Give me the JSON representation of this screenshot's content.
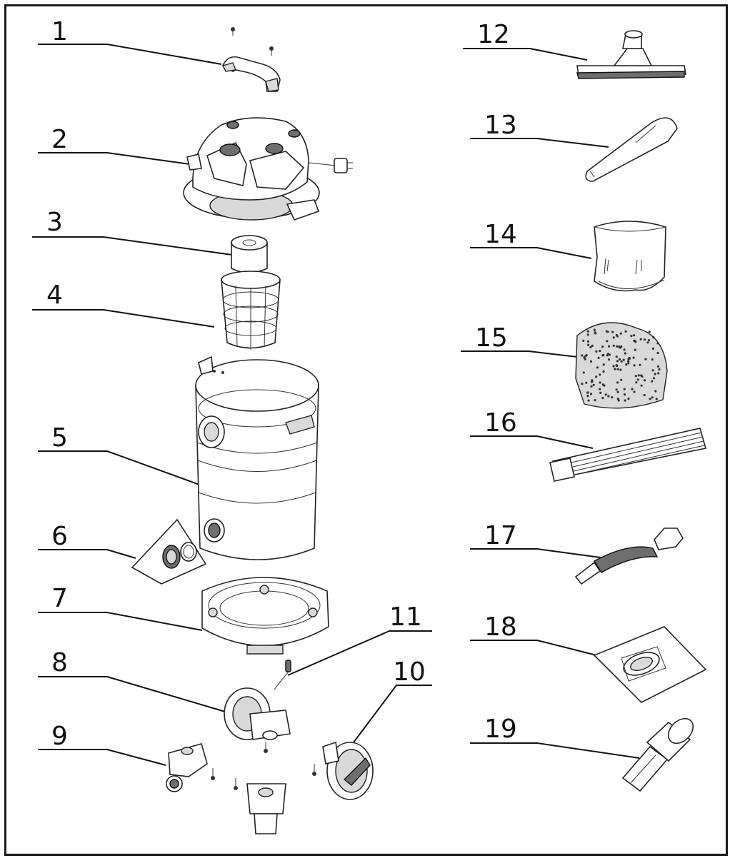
{
  "parts": [
    {
      "id": "part-1",
      "number": "1",
      "icon": "handle-icon"
    },
    {
      "id": "part-2",
      "number": "2",
      "icon": "motor-head-icon"
    },
    {
      "id": "part-3",
      "number": "3",
      "icon": "foam-sleeve-icon"
    },
    {
      "id": "part-4",
      "number": "4",
      "icon": "filter-cage-icon"
    },
    {
      "id": "part-5",
      "number": "5",
      "icon": "tank-icon"
    },
    {
      "id": "part-6",
      "number": "6",
      "icon": "inlet-fitting-icon"
    },
    {
      "id": "part-7",
      "number": "7",
      "icon": "base-ring-icon"
    },
    {
      "id": "part-8",
      "number": "8",
      "icon": "rear-wheel-icon"
    },
    {
      "id": "part-9",
      "number": "9",
      "icon": "caster-icon"
    },
    {
      "id": "part-10",
      "number": "10",
      "icon": "wheel-cover-icon"
    },
    {
      "id": "part-11",
      "number": "11",
      "icon": "spring-pin-icon"
    },
    {
      "id": "part-12",
      "number": "12",
      "icon": "floor-brush-icon"
    },
    {
      "id": "part-13",
      "number": "13",
      "icon": "crevice-nozzle-icon"
    },
    {
      "id": "part-14",
      "number": "14",
      "icon": "cloth-filter-bag-icon"
    },
    {
      "id": "part-15",
      "number": "15",
      "icon": "sponge-filter-icon"
    },
    {
      "id": "part-16",
      "number": "16",
      "icon": "extension-tube-icon"
    },
    {
      "id": "part-17",
      "number": "17",
      "icon": "flex-hose-icon"
    },
    {
      "id": "part-18",
      "number": "18",
      "icon": "paper-dust-bag-icon"
    },
    {
      "id": "part-19",
      "number": "19",
      "icon": "adapter-icon"
    }
  ],
  "colors": {
    "line": "#111111",
    "fill": "#ffffff",
    "shade": "#d9d9d9"
  }
}
